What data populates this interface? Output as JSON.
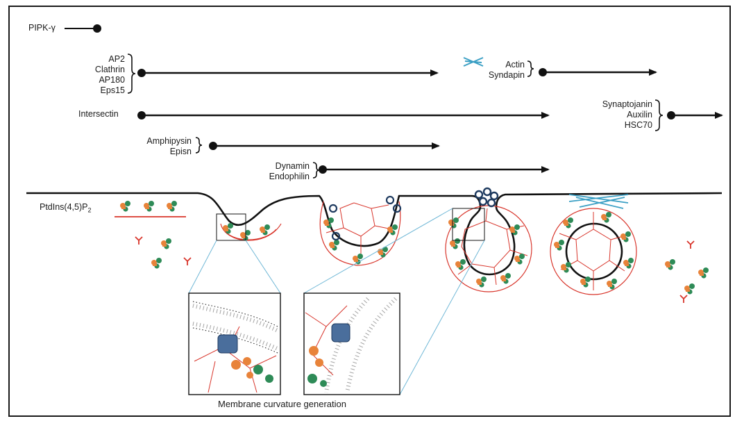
{
  "diagram": {
    "labels": {
      "pipk": "PIPK-γ",
      "ap2_group": [
        "AP2",
        "Clathrin",
        "AP180",
        "Eps15"
      ],
      "intersectin": "Intersectin",
      "amphi_group": [
        "Amphipysin",
        "Episn"
      ],
      "dynamin_group": [
        "Dynamin",
        "Endophilin"
      ],
      "actin_group": [
        "Actin",
        "Syndapin"
      ],
      "synapto_group": [
        "Synaptojanin",
        "Auxilin",
        "HSC70"
      ],
      "ptd_main": "PtdIns(4,5)P",
      "ptd_sub": "2",
      "caption": "Membrane curvature generation"
    },
    "colors": {
      "line": "#111111",
      "clathrin": "#d8342a",
      "adaptor_orange": "#e8833a",
      "adaptor_green": "#2e8b57",
      "actin": "#3a9fc4",
      "dynamin": "#4a6e9c",
      "inset_link": "#6fb7d6"
    }
  }
}
